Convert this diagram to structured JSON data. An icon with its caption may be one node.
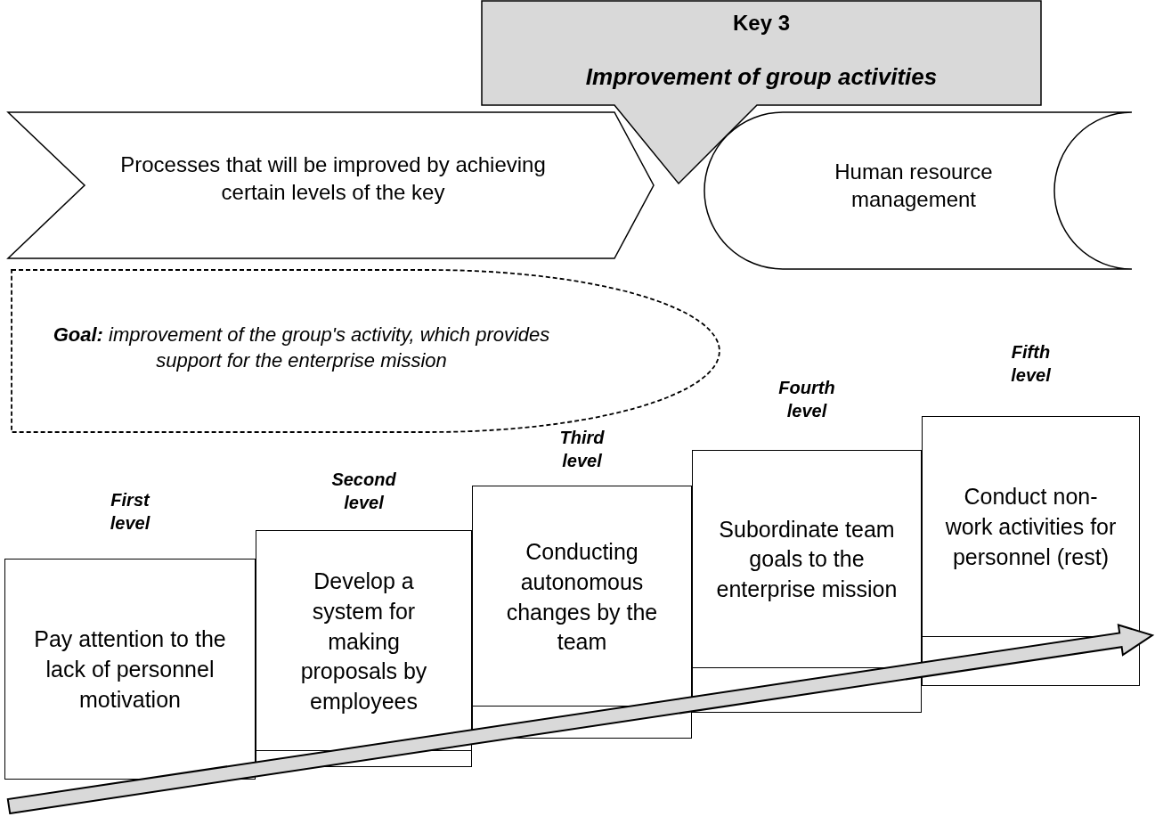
{
  "diagram": {
    "nodes": [
      {
        "text": [
          "Key 3",
          "Improvement of group activities"
        ]
      },
      {
        "text": [
          "Processes that will be improved by achieving certain levels of the key"
        ]
      },
      {
        "text": [
          "Human resource management"
        ]
      },
      {
        "text": [
          "**Goal:** improvement of the group's activity, which provides support for the enterprise mission"
        ]
      },
      {
        "text": [
          "First level",
          "Pay attention to the lack of personnel motivation"
        ]
      },
      {
        "text": [
          "Second level",
          "Develop a system for making proposals by employees"
        ]
      },
      {
        "text": [
          "Third level",
          "Conducting autonomous changes by the team"
        ]
      },
      {
        "text": [
          "Fourth level",
          "Subordinate team goals to the enterprise mission"
        ]
      },
      {
        "text": [
          "Fifth level",
          "Conduct non-work activities for personnel (rest)"
        ]
      }
    ]
  }
}
